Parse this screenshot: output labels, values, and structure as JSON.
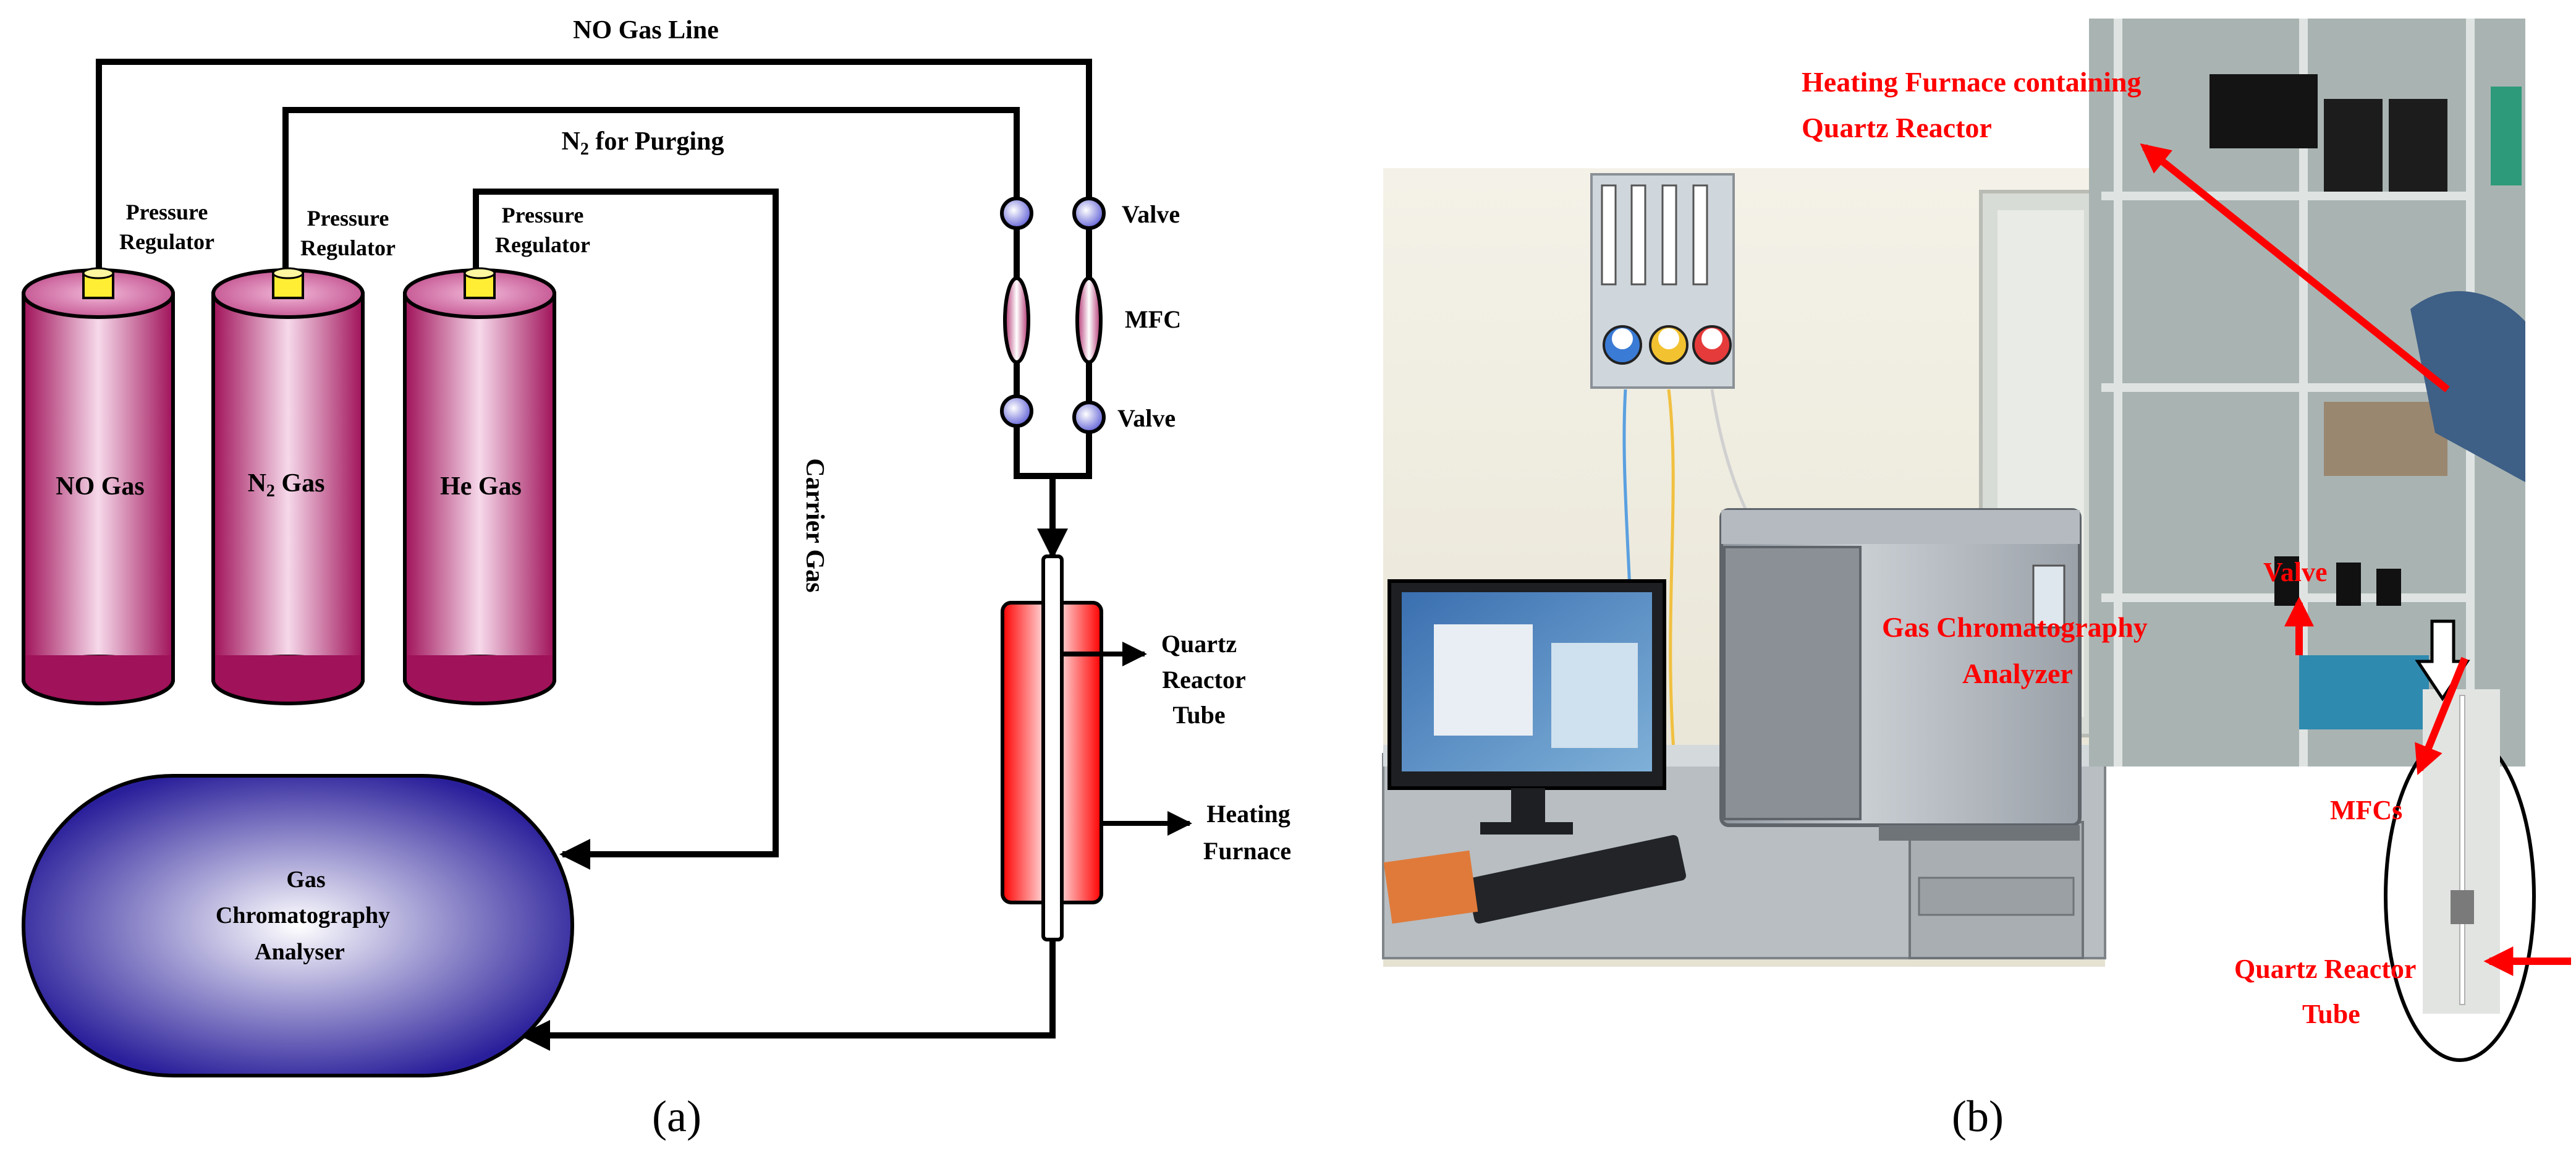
{
  "panel_a": {
    "caption": "(a)",
    "lines": {
      "no_gas_line": "NO Gas Line",
      "n2_purging_prefix": "N",
      "n2_purging_sub": "2",
      "n2_purging_suffix": " for Purging",
      "carrier_gas": "Carrier Gas"
    },
    "regulators": [
      {
        "line1": "Pressure",
        "line2": "Regulator"
      },
      {
        "line1": "Pressure",
        "line2": "Regulator"
      },
      {
        "line1": "Pressure",
        "line2": "Regulator"
      }
    ],
    "cylinders": {
      "no_gas": "NO Gas",
      "n2_gas_prefix": "N",
      "n2_gas_sub": "2",
      "n2_gas_suffix": " Gas",
      "he_gas": "He Gas"
    },
    "valve_top": "Valve",
    "mfc": "MFC",
    "valve_bottom": "Valve",
    "reactor": {
      "line1": "Quartz",
      "line2": "Reactor",
      "line3": "Tube"
    },
    "furnace": {
      "line1": "Heating",
      "line2": "Furnace"
    },
    "gc": {
      "line1": "Gas",
      "line2": "Chromatography",
      "line3": "Analyser"
    }
  },
  "panel_b": {
    "caption": "(b)",
    "labels": {
      "furnace_line1": "Heating Furnace containing",
      "furnace_line2": "Quartz Reactor",
      "gc_line1": "Gas Chromatography",
      "gc_line2": "Analyzer",
      "valve": "Valve",
      "mfcs": "MFCs",
      "reactor_line1": "Quartz Reactor",
      "reactor_line2": "Tube"
    }
  },
  "colors": {
    "cylinder": "#a0125a",
    "cap": "#ffee33",
    "valve": "#7a7ae0",
    "reactor": "#ff2020",
    "gc": "#3a2fa0",
    "annotation": "#ff0000"
  }
}
